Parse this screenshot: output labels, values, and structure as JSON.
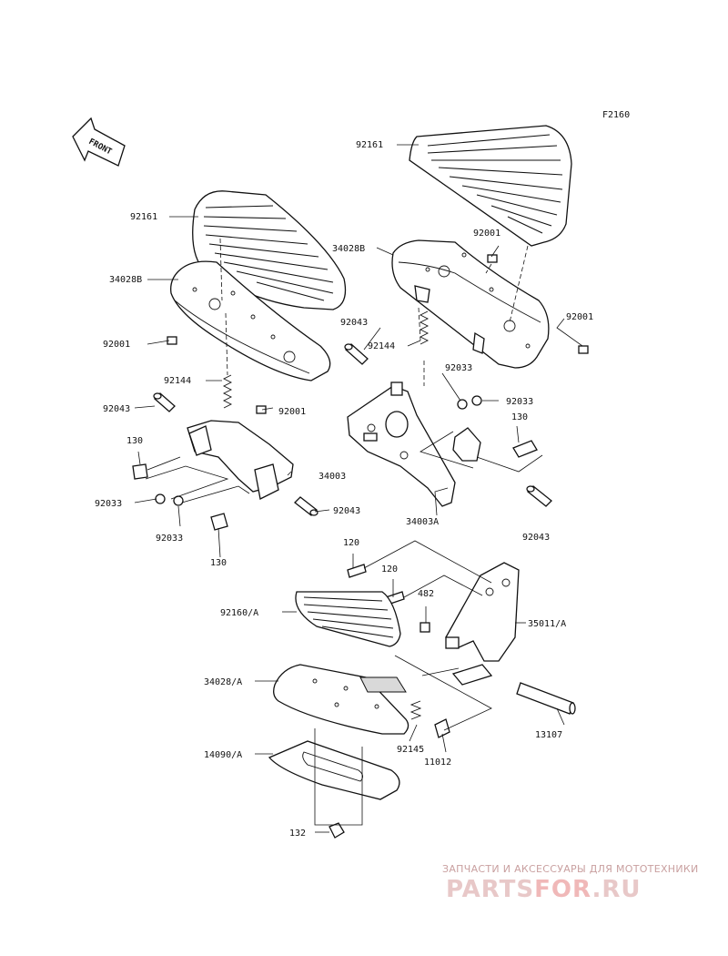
{
  "figure_code": "F2160",
  "front_label": "FRONT",
  "watermark": {
    "line1": "ЗАПЧАСТИ И АКСЕССУАРЫ ДЛЯ МОТОТЕХНИКИ",
    "logo_a": "PARTS",
    "logo_b": "FOR",
    "logo_c": ".RU"
  },
  "labels": {
    "p92161_right": "92161",
    "p92161_left": "92161",
    "p92001_a": "92001",
    "p34028B_right": "34028B",
    "p34028B_left": "34028B",
    "p92001_b": "92001",
    "p92001_c": "92001",
    "p92043_a": "92043",
    "p92144_a": "92144",
    "p92144_b": "92144",
    "p92033_a": "92033",
    "p92033_b": "92033",
    "p92001_d": "92001",
    "p92043_b": "92043",
    "p130_a": "130",
    "p130_b": "130",
    "p34003": "34003",
    "p92033_c": "92033",
    "p92033_d": "92033",
    "p92043_c": "92043",
    "p130_c": "130",
    "p34003A": "34003A",
    "p92043_d": "92043",
    "p120_a": "120",
    "p120_b": "120",
    "p482": "482",
    "p92160A": "92160/A",
    "p35011A": "35011/A",
    "p34028A": "34028/A",
    "p92145": "92145",
    "p11012": "11012",
    "p13107": "13107",
    "p14090A": "14090/A",
    "p132": "132"
  }
}
